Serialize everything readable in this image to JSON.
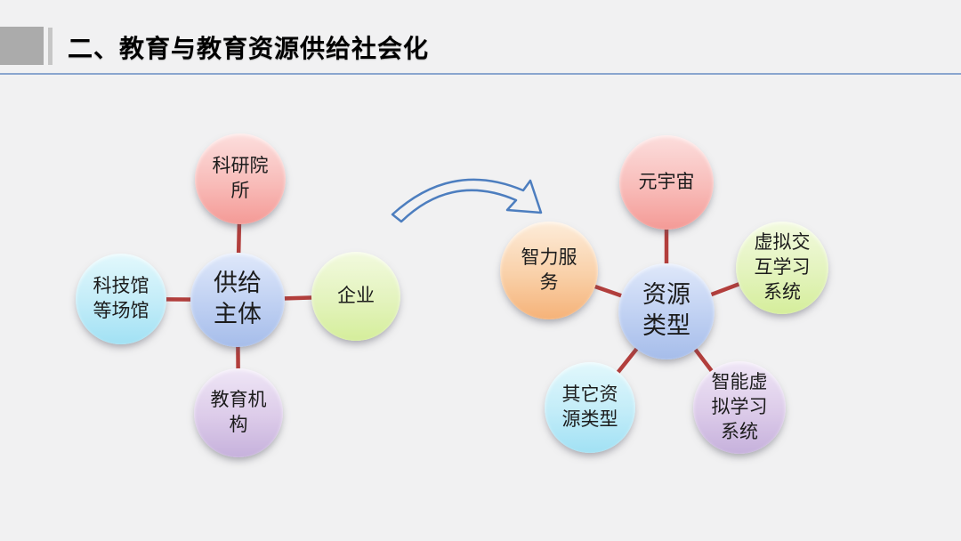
{
  "slide": {
    "title": "二、教育与教育资源供给社会化"
  },
  "palette": {
    "background": "#f1f1f2",
    "header_block_gray": "#ababab",
    "header_bar_gray": "#c6c6c6",
    "header_rule_blue": "#8aa5cf",
    "title_color": "#000000",
    "connector_red": "#b23e3c",
    "arrow_blue": "#4d7ebf",
    "bubble_pink": [
      "#fcdedd",
      "#f49a96"
    ],
    "bubble_blue": [
      "#dfe8fa",
      "#a6bdea"
    ],
    "bubble_green": [
      "#f2fade",
      "#d5ee9b"
    ],
    "bubble_cyan": [
      "#e2f8fc",
      "#a1e1f4"
    ],
    "bubble_purple": [
      "#efe6f6",
      "#c6b1dc"
    ],
    "bubble_orange": [
      "#fdecd9",
      "#f5b278"
    ]
  },
  "left_diagram": {
    "center": {
      "label": "供给\n主体"
    },
    "satellites": [
      {
        "label": "科研院\n所"
      },
      {
        "label": "科技馆\n等场馆"
      },
      {
        "label": "企业"
      },
      {
        "label": "教育机\n构"
      }
    ]
  },
  "right_diagram": {
    "center": {
      "label": "资源\n类型"
    },
    "satellites": [
      {
        "label": "元宇宙"
      },
      {
        "label": "智力服\n务"
      },
      {
        "label": "虚拟交\n互学习\n系统"
      },
      {
        "label": "其它资\n源类型"
      },
      {
        "label": "智能虚\n拟学习\n系统"
      }
    ]
  }
}
